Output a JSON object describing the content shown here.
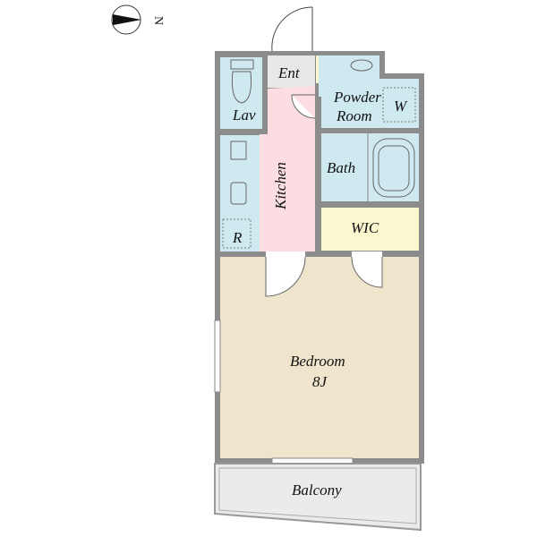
{
  "compass": {
    "label": "N"
  },
  "rooms": {
    "entrance": "Ent",
    "lavatory": "Lav",
    "powder_room_line1": "Powder",
    "powder_room_line2": "Room",
    "washer": "W",
    "kitchen": "Kitchen",
    "refrigerator": "R",
    "bath": "Bath",
    "wic": "WIC",
    "bedroom": "Bedroom",
    "bedroom_size": "8J",
    "balcony": "Balcony"
  },
  "colors": {
    "wall": "#8c8c8c",
    "wet": "#cfe9f1",
    "kitchen": "#fbdde2",
    "storage": "#fbf8cf",
    "bedroom": "#efe5cc",
    "entrance": "#e8e8e6",
    "balcony": "#ebebeb"
  }
}
